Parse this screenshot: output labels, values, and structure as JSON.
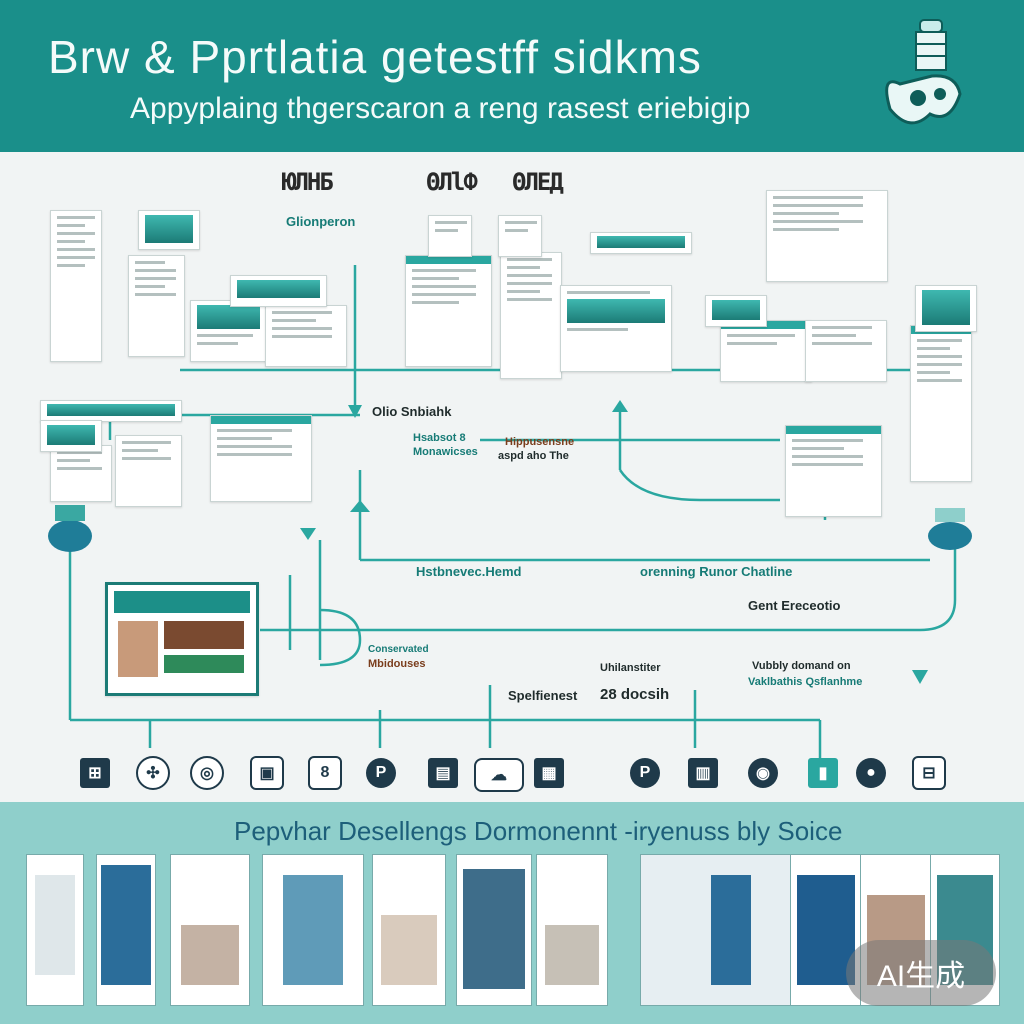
{
  "header": {
    "title": "Brw & Pprtlatia getestff sidkms",
    "subtitle": "Appyplaing thgerscaron a reng rasest  eriebigip"
  },
  "diagram": {
    "heading_left": "ЮЛНБ",
    "heading_mid": "ΘЛlФ",
    "heading_right": "ΘЛЕД",
    "sublabel": "Glionperon",
    "label_ollo": "Olio  Snbiahk",
    "label_center_a": "Hsabsot 8",
    "label_center_b": "Monawicses",
    "label_right_a": "Hippusensne",
    "label_right_b": "aspd aho The",
    "label_flow": "Hstbnevec.Hemd",
    "label_opening": "orenning  Runor  Chatline",
    "label_gent": "Gent  Ereceotio",
    "label_conc_a": "Conservated",
    "label_conc_b": "Mbidouses",
    "label_bottom_a": "Uhilanstiter",
    "label_bottom_b": "Vubbly domand on",
    "label_bottom_c": "Vaklbathis Qsflanhme",
    "label_spel": "Spelfienest",
    "label_docs": "28 docsih"
  },
  "icons": [
    {
      "name": "network-icon",
      "glyph": "⊞"
    },
    {
      "name": "compass-icon",
      "glyph": "✣"
    },
    {
      "name": "globe-icon",
      "glyph": "◎"
    },
    {
      "name": "lock-icon",
      "glyph": "▣"
    },
    {
      "name": "badge-icon",
      "glyph": "8"
    },
    {
      "name": "pin-icon",
      "glyph": "P"
    },
    {
      "name": "building-icon",
      "glyph": "▤"
    },
    {
      "name": "cloud-icon",
      "glyph": "☁"
    },
    {
      "name": "grid-icon",
      "glyph": "▦"
    },
    {
      "name": "play-icon",
      "glyph": "P"
    },
    {
      "name": "document-icon",
      "glyph": "▥"
    },
    {
      "name": "target-icon",
      "glyph": "◉"
    },
    {
      "name": "switch-icon",
      "glyph": "▮"
    },
    {
      "name": "dot-icon",
      "glyph": "●"
    },
    {
      "name": "secure-icon",
      "glyph": "⊟"
    }
  ],
  "footer": {
    "title": "Pepvhar Desellengs Dormonennt -iryenuss bly Soice"
  },
  "watermark": "AI生成",
  "colors": {
    "header": "#1a8f8a",
    "line": "#2aa7a0",
    "footer": "#8fcfcb",
    "icon": "#1f3a4a"
  }
}
